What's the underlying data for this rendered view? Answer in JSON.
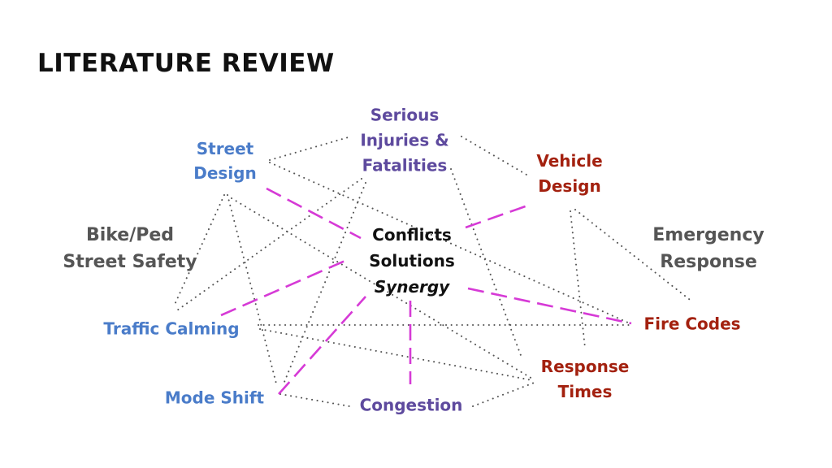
{
  "slide": {
    "title": "LITERATURE REVIEW"
  },
  "colors": {
    "blue": "#4a7cc9",
    "purple": "#5e4a9e",
    "red": "#a3210f",
    "gray": "#555555",
    "black": "#111111",
    "magenta": "#d63ad6"
  },
  "nodes": {
    "center": {
      "lines": [
        "Conflicts",
        "Solutions",
        "Synergy"
      ]
    },
    "bike_ped": {
      "lines": [
        "Bike/Ped",
        "Street Safety"
      ]
    },
    "emergency": {
      "lines": [
        "Emergency",
        "Response"
      ]
    },
    "street_design": {
      "lines": [
        "Street",
        "Design"
      ]
    },
    "serious_injuries": {
      "lines": [
        "Serious",
        "Injuries &",
        "Fatalities"
      ]
    },
    "vehicle_design": {
      "lines": [
        "Vehicle",
        "Design"
      ]
    },
    "traffic_calming": {
      "lines": [
        "Traffic Calming"
      ]
    },
    "fire_codes": {
      "lines": [
        "Fire Codes"
      ]
    },
    "response_times": {
      "lines": [
        "Response",
        "Times"
      ]
    },
    "mode_shift": {
      "lines": [
        "Mode Shift"
      ]
    },
    "congestion": {
      "lines": [
        "Congestion"
      ]
    }
  },
  "links": {
    "dashed": [
      [
        "center",
        "street_design"
      ],
      [
        "center",
        "vehicle_design"
      ],
      [
        "center",
        "traffic_calming"
      ],
      [
        "center",
        "mode_shift"
      ],
      [
        "center",
        "congestion"
      ],
      [
        "center",
        "fire_codes"
      ]
    ],
    "dotted": [
      [
        "street_design",
        "serious_injuries"
      ],
      [
        "street_design",
        "fire_codes"
      ],
      [
        "street_design",
        "traffic_calming"
      ],
      [
        "street_design",
        "mode_shift"
      ],
      [
        "street_design",
        "response_times"
      ],
      [
        "serious_injuries",
        "vehicle_design"
      ],
      [
        "serious_injuries",
        "traffic_calming"
      ],
      [
        "serious_injuries",
        "mode_shift"
      ],
      [
        "serious_injuries",
        "response_times"
      ],
      [
        "vehicle_design",
        "response_times"
      ],
      [
        "vehicle_design",
        "emergency"
      ],
      [
        "traffic_calming",
        "fire_codes"
      ],
      [
        "traffic_calming",
        "response_times"
      ],
      [
        "mode_shift",
        "congestion"
      ],
      [
        "congestion",
        "response_times"
      ]
    ]
  }
}
